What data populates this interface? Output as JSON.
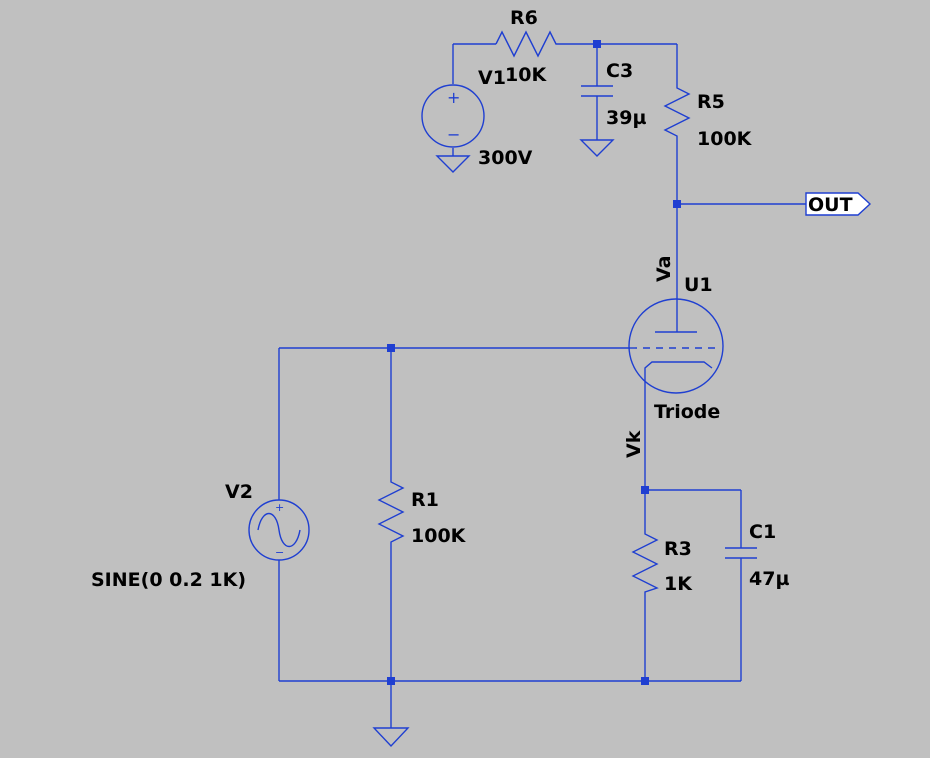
{
  "colors": {
    "background": "#c0c0c0",
    "wire": "#1f3fd1",
    "text": "#000000",
    "port_fill": "#ffffff"
  },
  "components": {
    "r6": {
      "name": "R6",
      "value": "10K"
    },
    "v1": {
      "name": "V1",
      "value": "300V"
    },
    "c3": {
      "name": "C3",
      "value": "39µ"
    },
    "r5": {
      "name": "R5",
      "value": "100K"
    },
    "u1": {
      "name": "U1",
      "value": "Triode"
    },
    "v2": {
      "name": "V2",
      "value": "SINE(0 0.2 1K)"
    },
    "r1": {
      "name": "R1",
      "value": "100K"
    },
    "r3": {
      "name": "R3",
      "value": "1K"
    },
    "c1": {
      "name": "C1",
      "value": "47µ"
    }
  },
  "nets": {
    "anode": "Va",
    "cathode": "Vk",
    "output_port": "OUT"
  },
  "source_polarity": {
    "plus": "+",
    "minus": "−"
  }
}
